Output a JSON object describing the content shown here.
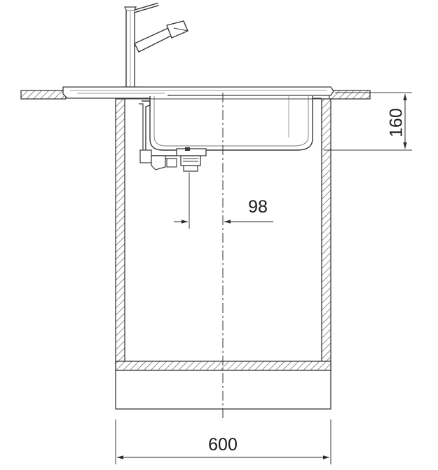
{
  "diagram": {
    "dimensions": {
      "cabinet_width": "600",
      "bowl_depth": "160",
      "drain_offset": "98"
    },
    "colors": {
      "line": "#3a3a3a",
      "text": "#1a1a1a",
      "background": "#ffffff"
    }
  }
}
